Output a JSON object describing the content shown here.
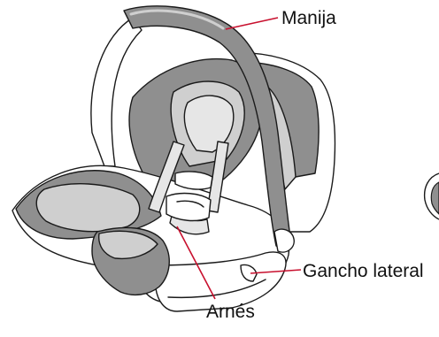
{
  "diagram": {
    "callouts": {
      "handle": "Manija",
      "side_hook": "Gancho lateral",
      "harness": "Arnés"
    },
    "colors": {
      "leader_line": "#c8102e",
      "fabric_dark": "#8f8f8f",
      "fabric_light": "#cfcfcf",
      "fabric_pale": "#e6e6e6",
      "outline": "#1a1a1a",
      "shell": "#ffffff"
    }
  }
}
